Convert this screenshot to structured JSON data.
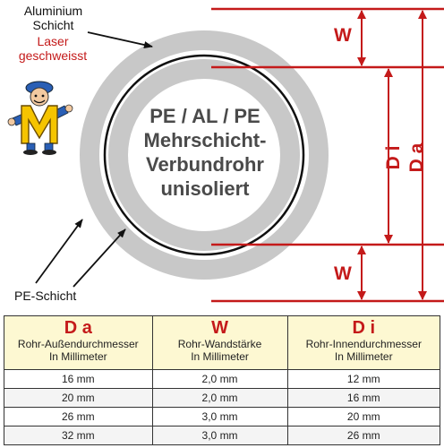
{
  "labels": {
    "aluminium_line1": "Aluminium",
    "aluminium_line2": "Schicht",
    "laser_line1": "Laser",
    "laser_line2": "geschweisst",
    "pe_schicht": "PE-Schicht"
  },
  "center": {
    "line1": "PE / AL / PE",
    "line2": "Mehrschicht-",
    "line3": "Verbundrohr",
    "line4": "unisoliert"
  },
  "dimensions": {
    "w_top": "W",
    "w_bottom": "W",
    "di": "D i",
    "da": "D a"
  },
  "colors": {
    "dimension_red": "#c41a1a",
    "pipe_gray": "#c8c8c8",
    "header_bg": "#fdf8d2"
  },
  "logo": {
    "letter": "M"
  },
  "table": {
    "columns": [
      {
        "symbol": "D a",
        "title": "Rohr-Außendurchmesser",
        "unit": "In Millimeter"
      },
      {
        "symbol": "W",
        "title": "Rohr-Wandstärke",
        "unit": "In Millimeter"
      },
      {
        "symbol": "D i",
        "title": "Rohr-Innendurchmesser",
        "unit": "In Millimeter"
      }
    ],
    "rows": [
      [
        "16 mm",
        "2,0 mm",
        "12 mm"
      ],
      [
        "20 mm",
        "2,0 mm",
        "16 mm"
      ],
      [
        "26 mm",
        "3,0 mm",
        "20 mm"
      ],
      [
        "32 mm",
        "3,0 mm",
        "26 mm"
      ]
    ]
  }
}
